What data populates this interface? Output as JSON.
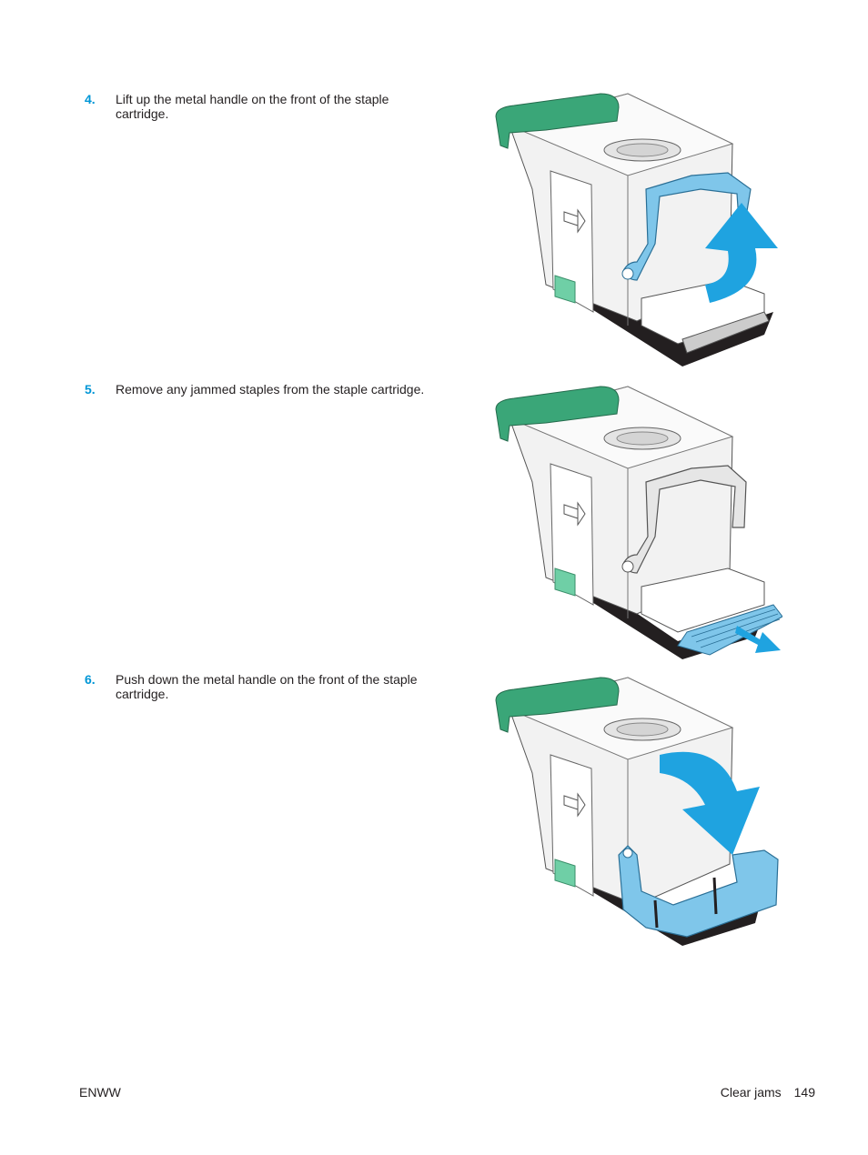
{
  "steps": [
    {
      "number": "4.",
      "text": "Lift up the metal handle on the front of the staple cartridge.",
      "figure": "handle-lifted"
    },
    {
      "number": "5.",
      "text": "Remove any jammed staples from the staple cartridge.",
      "figure": "staples-removed"
    },
    {
      "number": "6.",
      "text": "Push down the metal handle on the front of the staple cartridge.",
      "figure": "handle-pushed-down"
    }
  ],
  "footer": {
    "left": "ENWW",
    "section": "Clear jams",
    "page_number": "149"
  },
  "colors": {
    "step_number": "#0096d6",
    "handle_green": "#3aa678",
    "highlight_blue": "#7fc6ea",
    "arrow_blue": "#1fa3e0",
    "body_dark": "#231f20"
  }
}
